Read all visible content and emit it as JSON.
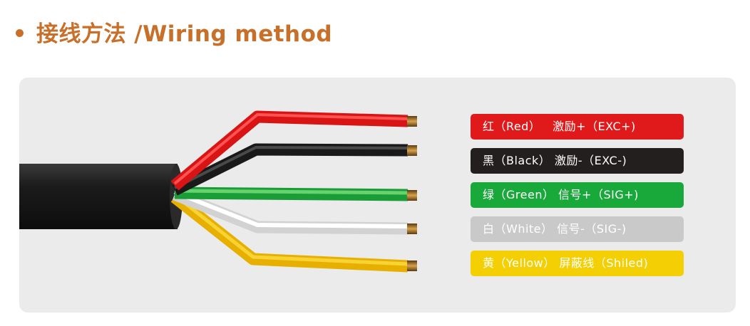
{
  "title": "接线方法 /Wiring method",
  "colors": {
    "accent": "#c8702a",
    "panel": "#ebebeb",
    "red": "#e01a1a",
    "black": "#231f1e",
    "green": "#19a93b",
    "white": "#c9c9c9",
    "yellow": "#f3cf03"
  },
  "wires": [
    {
      "color": "red",
      "text": "红（Red）   激励+（EXC+)"
    },
    {
      "color": "black",
      "text": "黑（Black） 激励-（EXC-)"
    },
    {
      "color": "green",
      "text": "绿（Green） 信号+（SIG+)"
    },
    {
      "color": "white",
      "text": "白（White） 信号-（SIG-)"
    },
    {
      "color": "yellow",
      "text": "黄（Yellow） 屏蔽线（Shiled)"
    }
  ]
}
